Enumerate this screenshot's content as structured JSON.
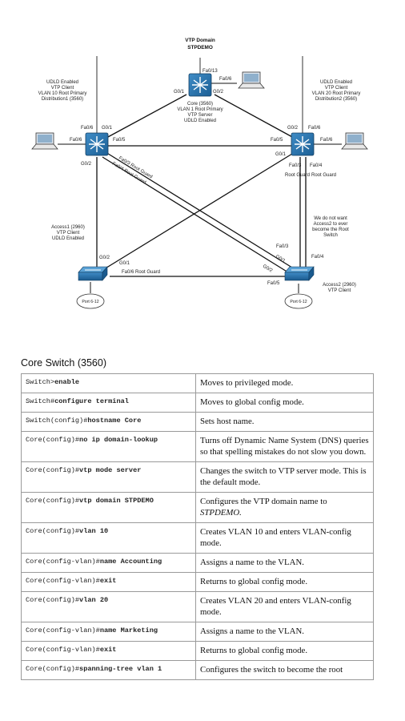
{
  "diagram": {
    "vtp_domain_title": "VTP Domain",
    "vtp_domain_name": "STPDEMO",
    "core": {
      "lines": [
        "Core (3560)",
        "VLAN 1 Root Primary",
        "VTP Server",
        "UDLD Enabled"
      ],
      "ports": {
        "top": "Fa0/13",
        "pc": "Fa0/6",
        "left": "G0/1",
        "right": "G0/2"
      }
    },
    "dist1": {
      "lines": [
        "UDLD Enabled",
        "VTP Client",
        "VLAN 10 Root Primary",
        "Distribution1 (3560)"
      ],
      "ports": {
        "top": "Fa0/6",
        "g01": "G0/1",
        "pc": "Fa0/6",
        "right": "Fa0/5",
        "g02": "G0/2",
        "fa03": "Fa0/3 Root Guard",
        "fa04": "Fa0/4 Root Guard"
      }
    },
    "dist2": {
      "lines": [
        "UDLD Enabled",
        "VTP Client",
        "VLAN 20 Root Primary",
        "Distribution2 (3560)"
      ],
      "ports": {
        "g02": "G0/2",
        "top": "Fa0/6",
        "left": "Fa0/5",
        "pc": "Fa0/6",
        "g01": "G0/1",
        "fa03": "Fa0/3",
        "fa04": "Fa0/4",
        "rg1": "Root Guard",
        "rg2": "Root Guard"
      }
    },
    "access1": {
      "lines": [
        "Access1 (2960)",
        "VTP Client",
        "UDLD Enabled"
      ],
      "ports": {
        "g02": "G0/2",
        "g01": "G0/1",
        "fa06": "Fa0/6 Root Guard"
      },
      "cloud": "Port 6-12"
    },
    "access2": {
      "lines": [
        "Access2 (2960)",
        "VTP Client"
      ],
      "ports": {
        "fa03": "Fa0/3",
        "fa04": "Fa0/4",
        "g01": "G0/1",
        "g02": "G0/2",
        "fa05": "Fa0/5"
      },
      "cloud": "Port 6-12"
    },
    "note": [
      "We do not want",
      "Access2 to ever",
      "become the Root",
      "Switch"
    ]
  },
  "section": {
    "title": "Core Switch (3560)"
  },
  "commands": [
    {
      "prompt": "Switch>",
      "cmd": "enable",
      "desc": "Moves to privileged mode."
    },
    {
      "prompt": "Switch#",
      "cmd": "configure terminal",
      "desc": "Moves to global config mode."
    },
    {
      "prompt": "Switch(config)#",
      "cmd": "hostname Core",
      "desc": "Sets host name."
    },
    {
      "prompt": "Core(config)#",
      "cmd": "no ip domain-lookup",
      "desc": "Turns off Dynamic Name System (DNS) queries so that spelling mistakes do not slow you down."
    },
    {
      "prompt": "Core(config)#",
      "cmd": "vtp mode server",
      "desc": "Changes the switch to VTP server mode. This is the default mode."
    },
    {
      "prompt": "Core(config)#",
      "cmd": "vtp domain STPDEMO",
      "desc": "Configures the VTP domain name to",
      "desc_em": "STPDEMO."
    },
    {
      "prompt": "Core(config)#",
      "cmd": "vlan 10",
      "desc": "Creates VLAN 10 and enters VLAN-config mode."
    },
    {
      "prompt": "Core(config-vlan)#",
      "cmd": "name Accounting",
      "desc": "Assigns a name to the VLAN."
    },
    {
      "prompt": "Core(config-vlan)#",
      "cmd": "exit",
      "desc": "Returns to global config mode."
    },
    {
      "prompt": "Core(config)#",
      "cmd": "vlan 20",
      "desc": "Creates VLAN 20 and enters VLAN-config mode."
    },
    {
      "prompt": "Core(config-vlan)#",
      "cmd": "name Marketing",
      "desc": "Assigns a name to the VLAN."
    },
    {
      "prompt": "Core(config-vlan)#",
      "cmd": "exit",
      "desc": "Returns to global config mode."
    },
    {
      "prompt": "Core(config)#",
      "cmd": "spanning-tree vlan 1",
      "desc": "Configures the switch to become the root"
    }
  ]
}
